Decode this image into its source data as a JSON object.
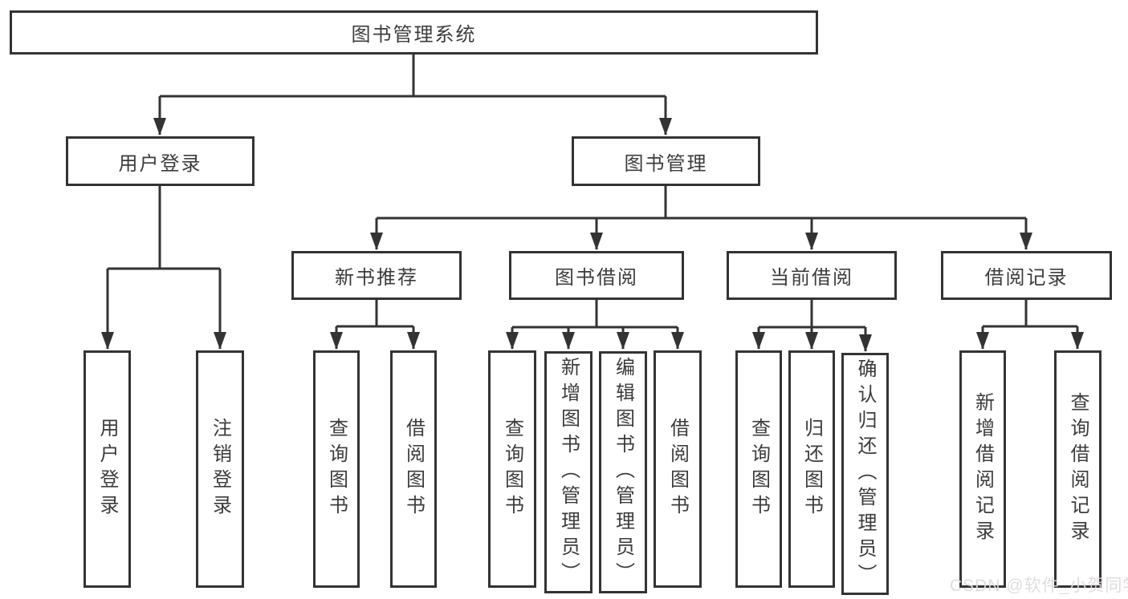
{
  "diagram_title": "图书管理系统",
  "watermark": "CSDN @软件_小贺同学",
  "colors": {
    "line": "#333333",
    "box_border": "#333333",
    "box_fill": "#ffffff",
    "text": "#3c3c3c",
    "watermark": "#dedada"
  },
  "nodes": {
    "root": {
      "label": "图书管理系统"
    },
    "user_login": {
      "label": "用户登录"
    },
    "book_mgmt": {
      "label": "图书管理"
    },
    "new_book_rec": {
      "label": "新书推荐"
    },
    "book_borrow": {
      "label": "图书借阅"
    },
    "current_borrow": {
      "label": "当前借阅"
    },
    "borrow_records": {
      "label": "借阅记录"
    },
    "leaf_user_login": {
      "label": "用户登录"
    },
    "leaf_logout": {
      "label": "注销登录"
    },
    "leaf_nbr_query": {
      "label": "查询图书"
    },
    "leaf_nbr_borrow": {
      "label": "借阅图书"
    },
    "leaf_bb_query": {
      "label": "查询图书"
    },
    "leaf_bb_add": {
      "label": "新增图书（管理员）"
    },
    "leaf_bb_edit": {
      "label": "编辑图书（管理员）"
    },
    "leaf_bb_borrow": {
      "label": "借阅图书"
    },
    "leaf_cb_query": {
      "label": "查询图书"
    },
    "leaf_cb_return": {
      "label": "归还图书"
    },
    "leaf_cb_confirm": {
      "label": "确认归还（管理员）"
    },
    "leaf_br_add": {
      "label": "新增借阅记录"
    },
    "leaf_br_query": {
      "label": "查询借阅记录"
    }
  },
  "structure": [
    {
      "parent": "图书管理系统",
      "children": [
        "用户登录",
        "图书管理"
      ]
    },
    {
      "parent": "用户登录",
      "children": [
        "用户登录",
        "注销登录"
      ]
    },
    {
      "parent": "图书管理",
      "children": [
        "新书推荐",
        "图书借阅",
        "当前借阅",
        "借阅记录"
      ]
    },
    {
      "parent": "新书推荐",
      "children": [
        "查询图书",
        "借阅图书"
      ]
    },
    {
      "parent": "图书借阅",
      "children": [
        "查询图书",
        "新增图书（管理员）",
        "编辑图书（管理员）",
        "借阅图书"
      ]
    },
    {
      "parent": "当前借阅",
      "children": [
        "查询图书",
        "归还图书",
        "确认归还（管理员）"
      ]
    },
    {
      "parent": "借阅记录",
      "children": [
        "新增借阅记录",
        "查询借阅记录"
      ]
    }
  ]
}
